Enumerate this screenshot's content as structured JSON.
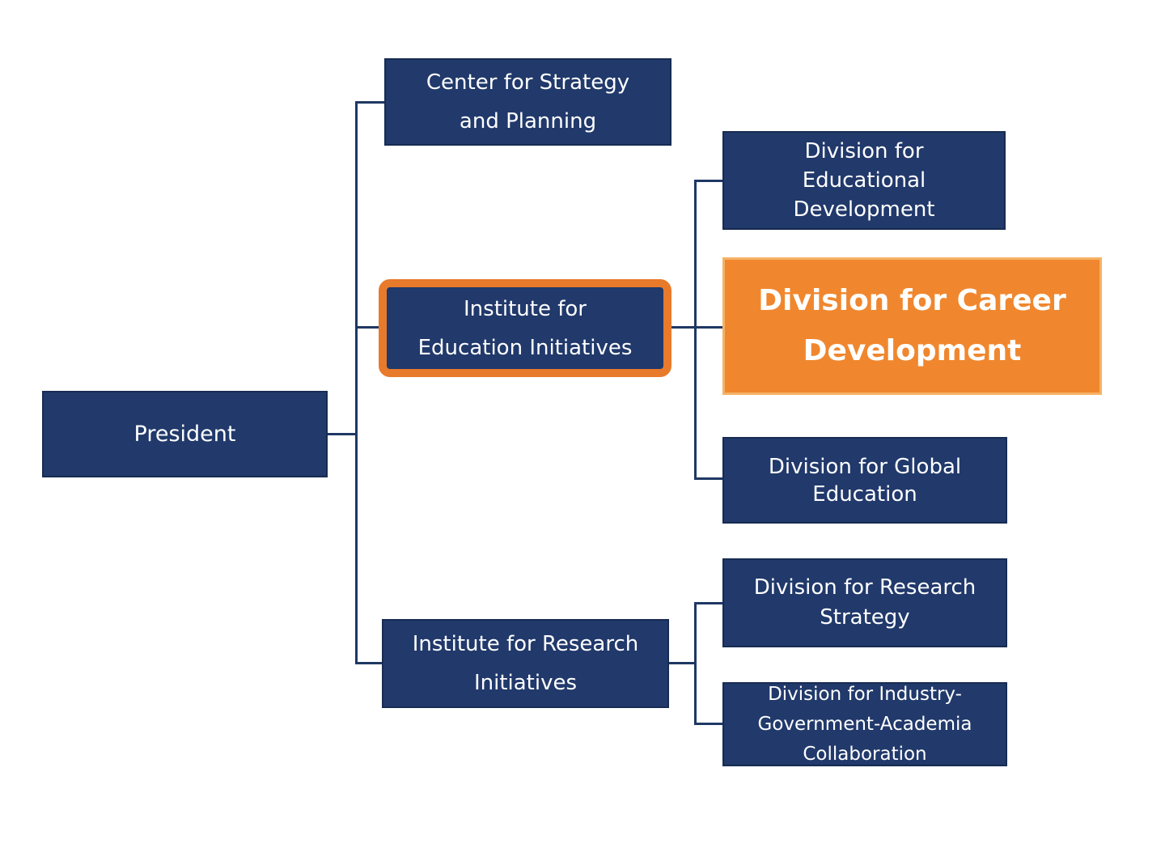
{
  "diagram": {
    "type": "org-chart",
    "colors": {
      "box_navy": "#21396b",
      "box_navy_border": "#182c52",
      "highlight_ring_orange": "#e87a2c",
      "emphasis_fill_orange": "#f0872e",
      "emphasis_border_orange": "#f5b266",
      "connector_navy": "#1f3864",
      "text_white": "#ffffff",
      "background": "#ffffff"
    },
    "nodes": {
      "president": {
        "label": "President",
        "lines": [
          "President"
        ]
      },
      "center_strategy_planning": {
        "label": "Center for Strategy and Planning",
        "lines": [
          "Center for Strategy",
          "and Planning"
        ]
      },
      "institute_education": {
        "label": "Institute for Education Initiatives",
        "lines": [
          "Institute for",
          "Education Initiatives"
        ],
        "highlighted": true
      },
      "division_educational_development": {
        "label": "Division for Educational Development",
        "lines": [
          "Division for",
          "Educational",
          "Development"
        ]
      },
      "division_career_development": {
        "label": "Division for Career Development",
        "lines": [
          "Division for Career",
          "Development"
        ],
        "emphasized": true
      },
      "division_global_education": {
        "label": "Division for Global Education",
        "lines": [
          "Division for Global",
          "Education"
        ]
      },
      "institute_research": {
        "label": "Institute for Research Initiatives",
        "lines": [
          "Institute for Research",
          "Initiatives"
        ]
      },
      "division_research_strategy": {
        "label": "Division for Research Strategy",
        "lines": [
          "Division for Research",
          "Strategy"
        ]
      },
      "division_industry_government_academia": {
        "label": "Division for Industry-Government-Academia Collaboration",
        "lines": [
          "Division for Industry-",
          "Government-Academia",
          "Collaboration"
        ]
      }
    },
    "edges": [
      {
        "from": "president",
        "to": "center_strategy_planning"
      },
      {
        "from": "president",
        "to": "institute_education"
      },
      {
        "from": "president",
        "to": "institute_research"
      },
      {
        "from": "institute_education",
        "to": "division_educational_development"
      },
      {
        "from": "institute_education",
        "to": "division_career_development"
      },
      {
        "from": "institute_education",
        "to": "division_global_education"
      },
      {
        "from": "institute_research",
        "to": "division_research_strategy"
      },
      {
        "from": "institute_research",
        "to": "division_industry_government_academia"
      }
    ]
  }
}
